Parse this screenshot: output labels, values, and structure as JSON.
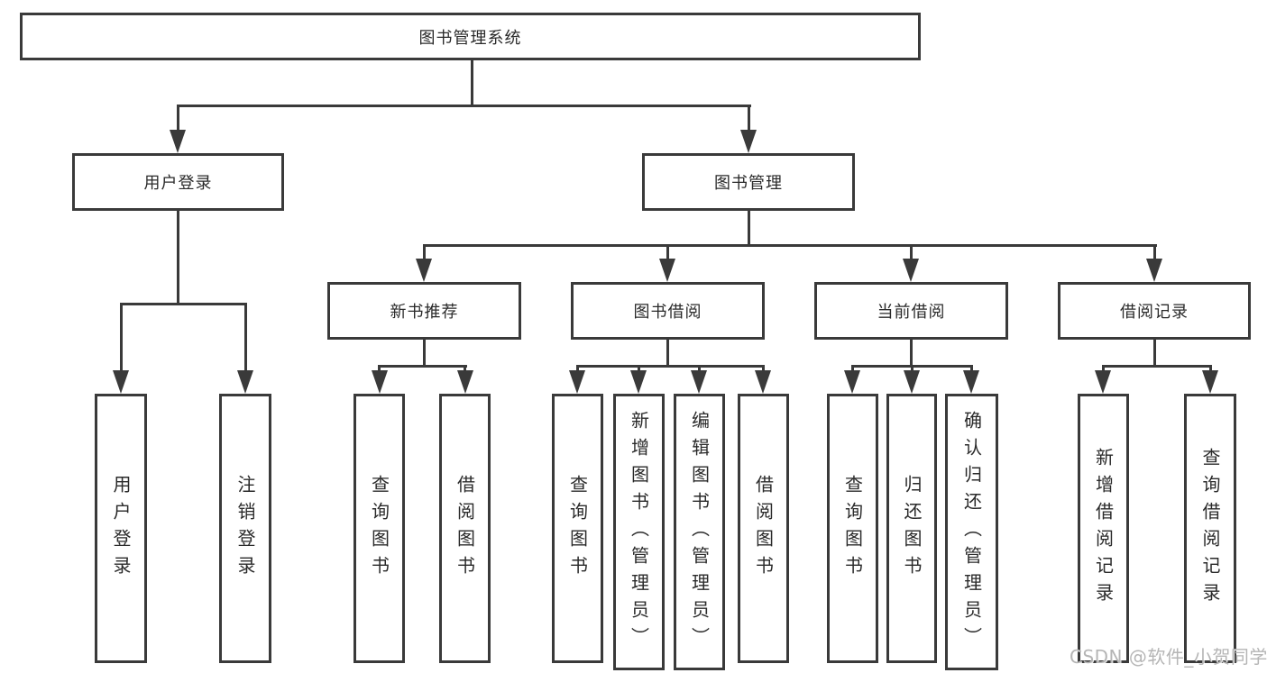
{
  "tree": {
    "root": {
      "label": "图书管理系统"
    },
    "branches": [
      {
        "label": "用户登录",
        "children": [
          "用户登录",
          "注销登录"
        ]
      },
      {
        "label": "图书管理",
        "sections": [
          {
            "label": "新书推荐",
            "children": [
              "查询图书",
              "借阅图书"
            ]
          },
          {
            "label": "图书借阅",
            "children": [
              "查询图书",
              "新增图书（管理员）",
              "编辑图书（管理员）",
              "借阅图书"
            ]
          },
          {
            "label": "当前借阅",
            "children": [
              "查询图书",
              "归还图书",
              "确认归还（管理员）"
            ]
          },
          {
            "label": "借阅记录",
            "children": [
              "新增借阅记录",
              "查询借阅记录"
            ]
          }
        ]
      }
    ]
  },
  "watermark": {
    "text": "CSDN @软件_小贺同学"
  },
  "colors": {
    "line": "#3a3a3a",
    "text": "#2a2a2a",
    "watermark": "#b5b5b5",
    "background": "#ffffff"
  }
}
